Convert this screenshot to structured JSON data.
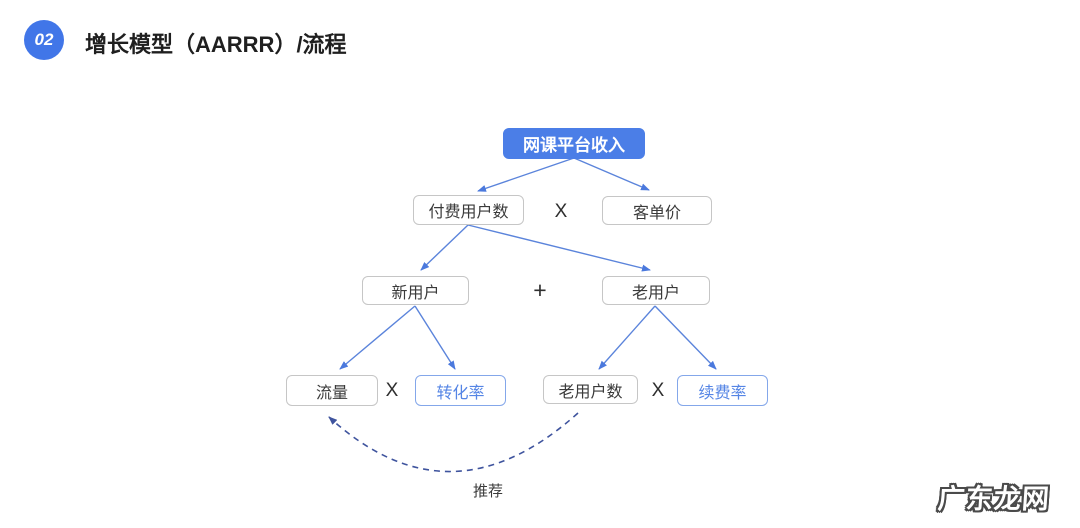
{
  "header": {
    "badge_number": "02",
    "title": "增长模型（AARRR）/流程"
  },
  "tree": {
    "root": "网课平台收入",
    "row2": {
      "left": "付费用户数",
      "op": "X",
      "right": "客单价"
    },
    "row3": {
      "left": "新用户",
      "op": "+",
      "right": "老用户"
    },
    "row4a": {
      "left": "流量",
      "op": "X",
      "right": "转化率"
    },
    "row4b": {
      "left": "老用户数",
      "op": "X",
      "right": "续费率"
    },
    "feedback_label": "推荐"
  },
  "watermark": "广东龙网",
  "colors": {
    "accent_blue": "#4b7ee7",
    "badge_blue": "#4176e8",
    "arrow_blue": "#5b84db",
    "dashed_navy": "#3f549e",
    "highlight_text": "#5585e5",
    "highlight_border": "#84a7ea",
    "plain_border": "#c6c6c6",
    "title_color": "#1f1f1f"
  }
}
